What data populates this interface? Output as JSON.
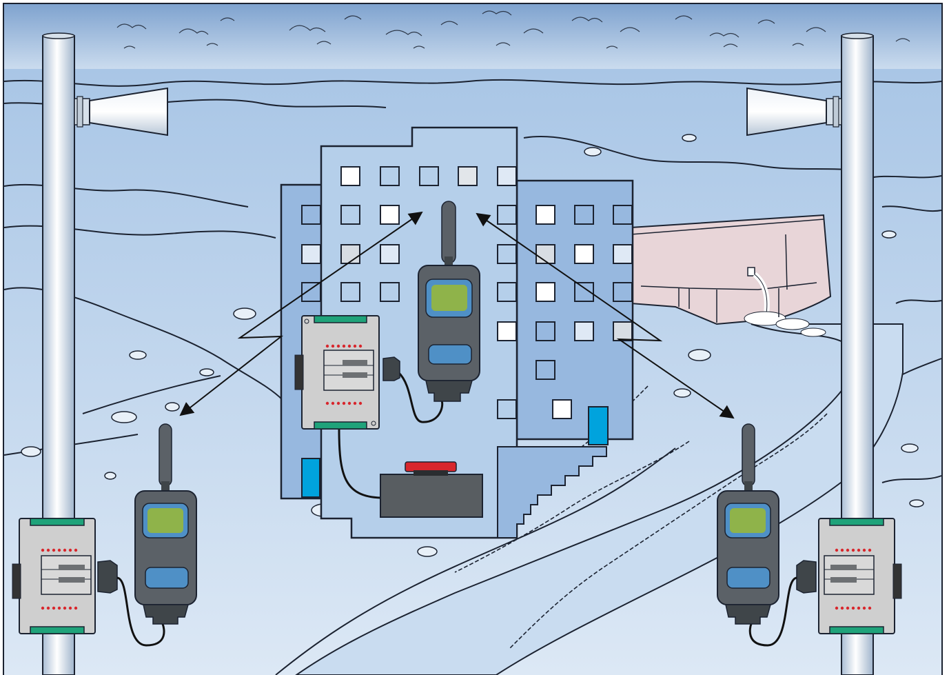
{
  "scene": {
    "kind": "wireless-siren-control-illustration",
    "palette": {
      "sky_top": "#8fb1d8",
      "sky_bottom": "#d6e4f2",
      "land": "#b9d0ea",
      "land_light": "#e3edf7",
      "river": "#c5d9ee",
      "outline": "#1b2230",
      "building_front": "#b3cdea",
      "building_side": "#97b8df",
      "window_white": "#ffffff",
      "window_blue": "#b3cdea",
      "door_cyan": "#00a3dd",
      "dam": "#e7d3d5",
      "pole": "#e6edf5",
      "pole_shade": "#a9bdd4",
      "plc_body": "#cfcfcf",
      "plc_rail": "#1fa37a",
      "plc_led": "#d8262c",
      "radio_body": "#5b6167",
      "radio_dark": "#3f4549",
      "radio_screen": "#8fb34a",
      "radio_button": "#4f90c6",
      "console_body": "#585d61",
      "console_button": "#d8262c",
      "arrow": "#111111"
    },
    "devices": [
      {
        "role": "central-controller",
        "components": [
          "plc-module",
          "radio-modem",
          "activation-console"
        ]
      },
      {
        "role": "left-siren-station",
        "components": [
          "pole",
          "horn-siren",
          "plc-module",
          "radio-modem"
        ]
      },
      {
        "role": "right-siren-station",
        "components": [
          "pole",
          "horn-siren",
          "plc-module",
          "radio-modem"
        ]
      }
    ],
    "links": [
      {
        "from": "central-controller",
        "to": "left-siren-station",
        "type": "bidirectional-radio"
      },
      {
        "from": "central-controller",
        "to": "right-siren-station",
        "type": "bidirectional-radio"
      }
    ],
    "landmarks": [
      "office-building",
      "dam-spillway",
      "river-valley"
    ]
  }
}
